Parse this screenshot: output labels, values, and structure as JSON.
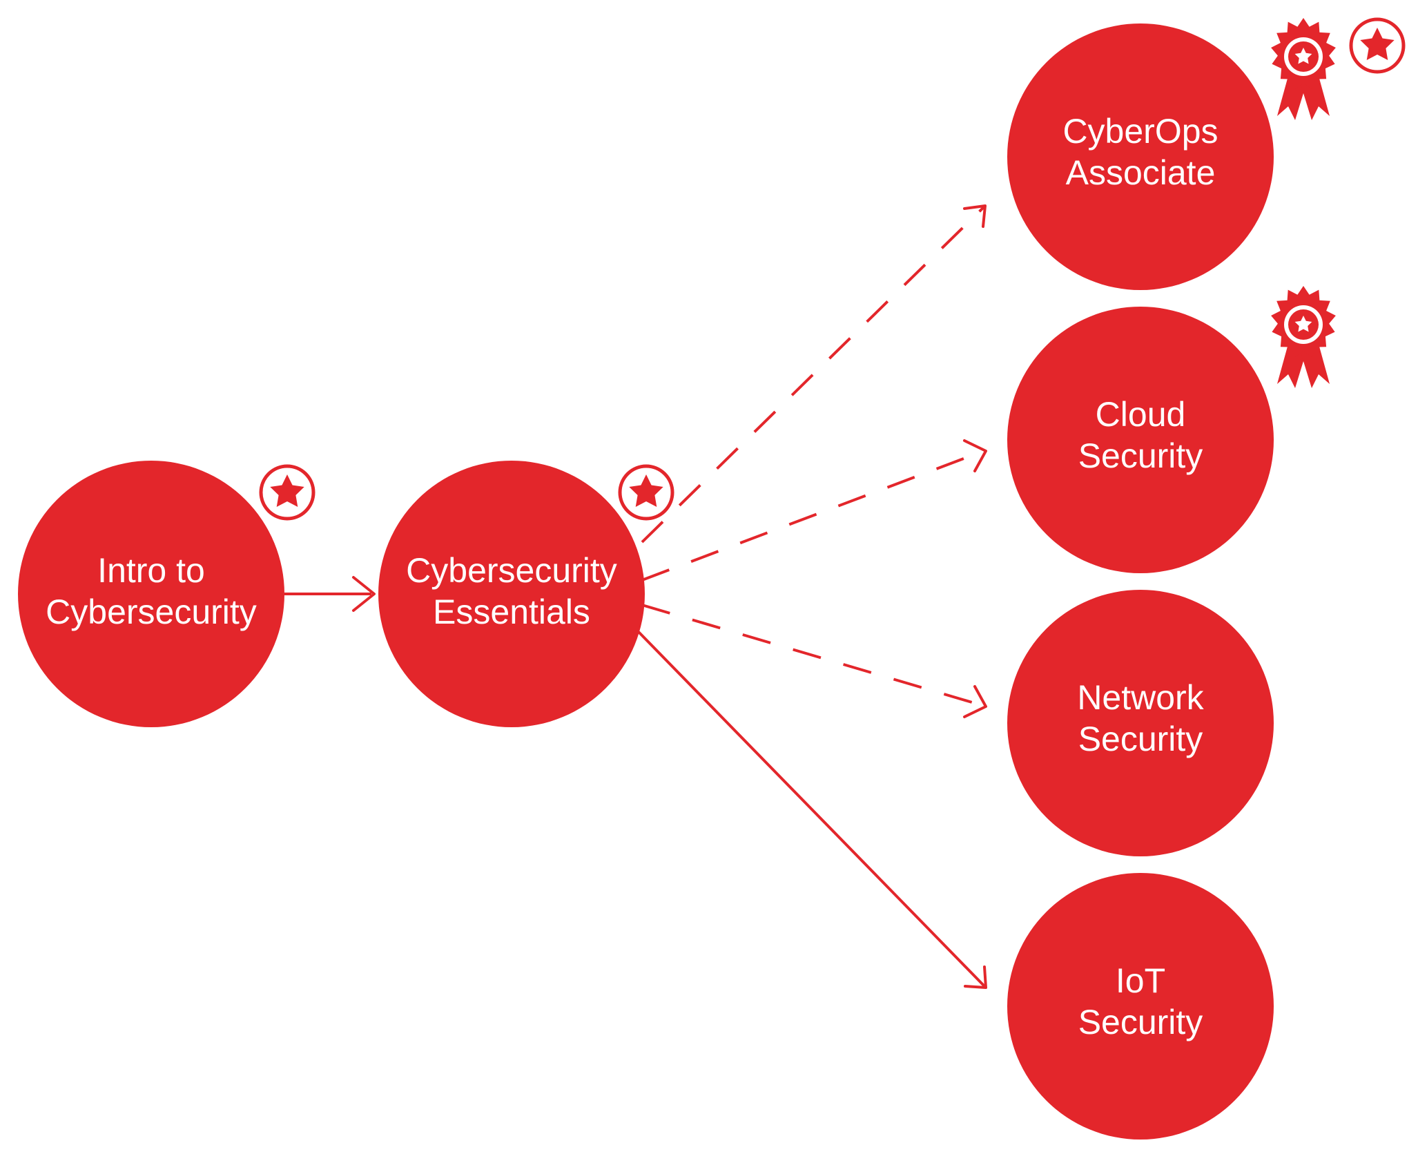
{
  "colors": {
    "accent": "#e3262b",
    "accent_dark": "#d91e24",
    "text_on_accent": "#ffffff",
    "background": "#ffffff"
  },
  "nodes": [
    {
      "id": "intro",
      "line1": "Intro to",
      "line2": "Cybersecurity",
      "badges": [
        "star-badge-icon"
      ]
    },
    {
      "id": "essentials",
      "line1": "Cybersecurity",
      "line2": "Essentials",
      "badges": [
        "star-badge-icon"
      ]
    },
    {
      "id": "cyberops",
      "line1": "CyberOps",
      "line2": "Associate",
      "badges": [
        "certification-ribbon-icon",
        "star-badge-icon"
      ]
    },
    {
      "id": "cloud",
      "line1": "Cloud",
      "line2": "Security",
      "badges": [
        "certification-ribbon-icon"
      ]
    },
    {
      "id": "network",
      "line1": "Network",
      "line2": "Security",
      "badges": []
    },
    {
      "id": "iot",
      "line1": "IoT",
      "line2": "Security",
      "badges": []
    }
  ],
  "edges": [
    {
      "from": "intro",
      "to": "essentials",
      "style": "solid"
    },
    {
      "from": "essentials",
      "to": "cyberops",
      "style": "dashed"
    },
    {
      "from": "essentials",
      "to": "cloud",
      "style": "dashed"
    },
    {
      "from": "essentials",
      "to": "network",
      "style": "dashed"
    },
    {
      "from": "essentials",
      "to": "iot",
      "style": "solid"
    }
  ]
}
